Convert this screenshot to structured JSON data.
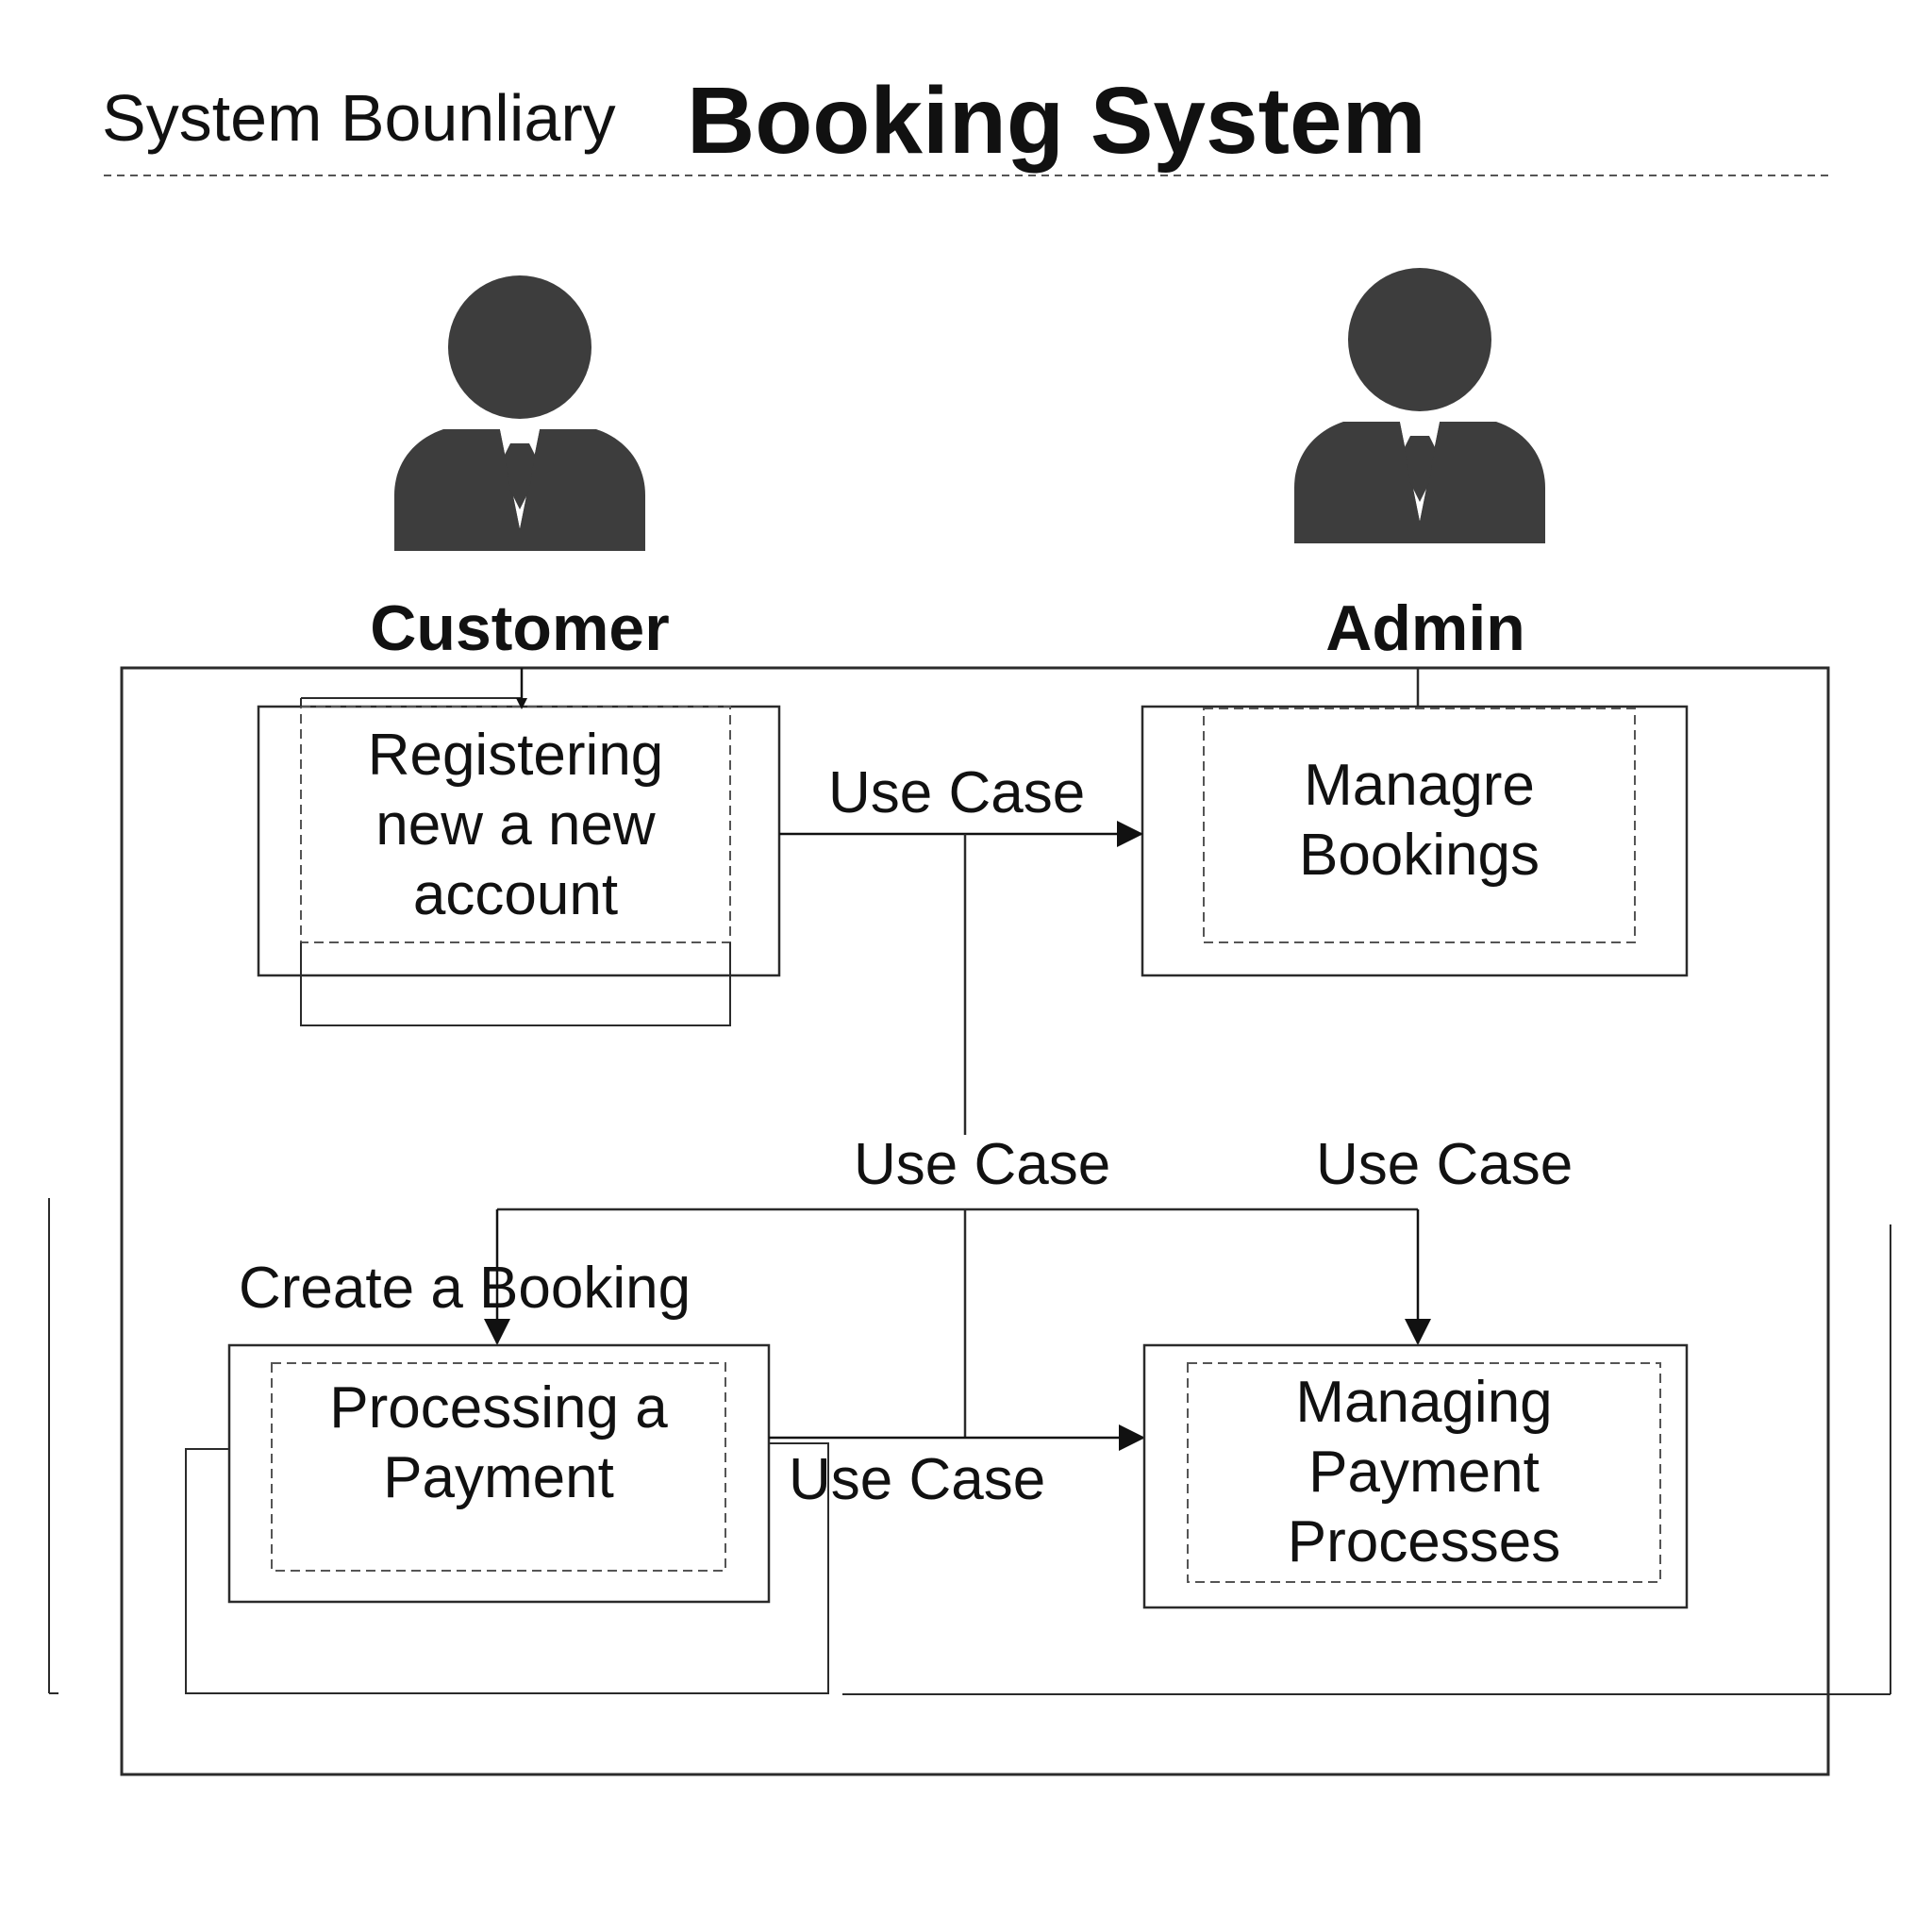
{
  "header": {
    "boundary_label": "System Bounliary",
    "title": "Booking System"
  },
  "actors": {
    "customer": {
      "name": "Customer",
      "icon": "user-icon"
    },
    "admin": {
      "name": "Admin",
      "icon": "user-icon"
    }
  },
  "use_cases": {
    "register": {
      "lines": [
        "Registering",
        "new a new",
        "account"
      ]
    },
    "manage_bookings": {
      "lines": [
        "Managre",
        "Bookings"
      ]
    },
    "processing_payment": {
      "lines": [
        "Processing a",
        "Payment"
      ]
    },
    "managing_payment": {
      "lines": [
        "Managing",
        "Payment",
        "Processes"
      ]
    }
  },
  "connector_labels": {
    "top": "Use Case",
    "middle": "Use Case",
    "right": "Use Case",
    "bottom": "Use Case",
    "create_booking": "Create a Booking"
  },
  "colors": {
    "line": "#2b2b2b",
    "actor_fill": "#3d3d3d",
    "dashed": "#555555"
  }
}
